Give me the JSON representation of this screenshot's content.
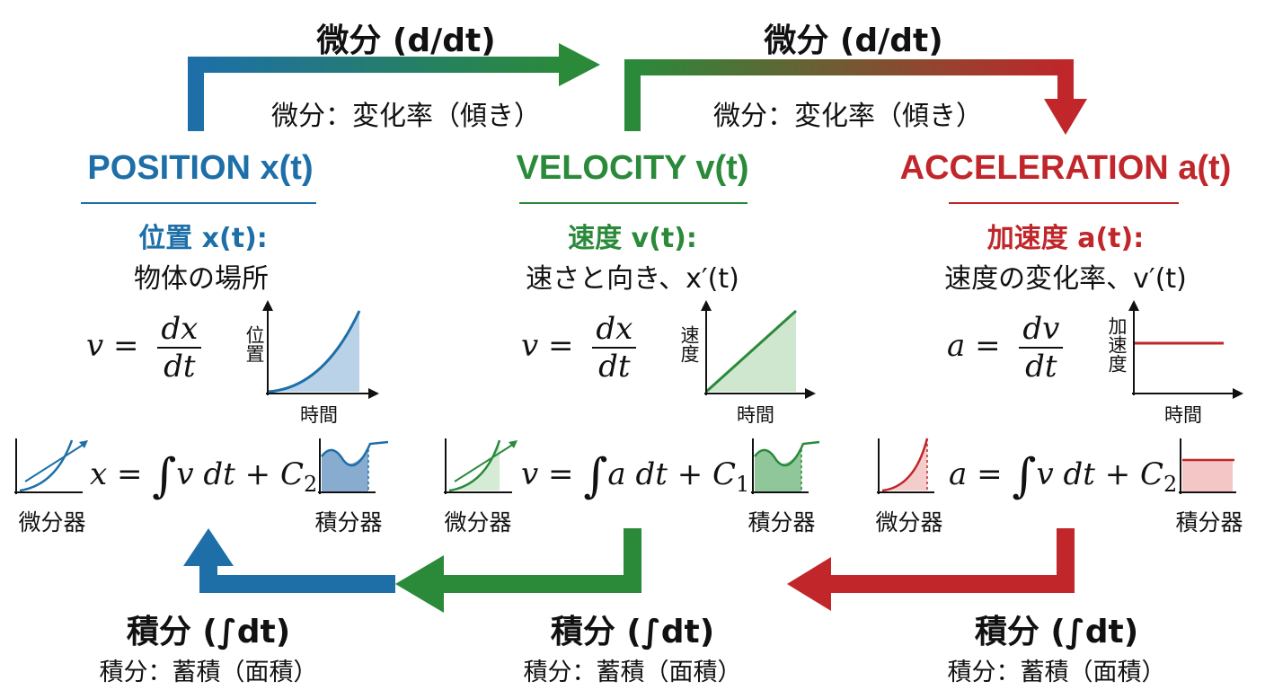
{
  "colors": {
    "position": "#1e6fa8",
    "velocity": "#2a8a3a",
    "acceleration": "#c0262a",
    "text": "#111111"
  },
  "top_arrows": [
    {
      "label": "微分 (d/dt)",
      "sub": "微分：変化率（傾き）"
    },
    {
      "label": "微分 (d/dt)",
      "sub": "微分：変化率（傾き）"
    }
  ],
  "bottom_arrows": [
    {
      "label": "積分 (∫dt)",
      "sub": "積分：蓄積（面積）"
    },
    {
      "label": "積分 (∫dt)",
      "sub": "積分：蓄積（面積）"
    },
    {
      "label": "積分 (∫dt)",
      "sub": "積分：蓄積（面積）"
    }
  ],
  "columns": [
    {
      "title": "POSITION x(t)",
      "subtitle": "位置 x(t):",
      "desc": "物体の場所",
      "deriv_lhs": "v =",
      "deriv_num": "dx",
      "deriv_den": "dt",
      "graph_ylabel": "位置",
      "graph_xlabel": "時間",
      "integral_lhs": "x =",
      "integral_rhs": "v dt + C",
      "integral_sub": "2",
      "differentiator_label": "微分器",
      "integrator_label": "積分器"
    },
    {
      "title": "VELOCITY v(t)",
      "subtitle": "速度 v(t):",
      "desc": "速さと向き、x′(t)",
      "deriv_lhs": "v =",
      "deriv_num": "dx",
      "deriv_den": "dt",
      "graph_ylabel": "速度",
      "graph_xlabel": "時間",
      "integral_lhs": "v =",
      "integral_rhs": "a dt + C",
      "integral_sub": "1",
      "differentiator_label": "微分器",
      "integrator_label": "積分器"
    },
    {
      "title": "ACCELERATION a(t)",
      "subtitle": "加速度 a(t):",
      "desc": "速度の変化率、v′(t)",
      "deriv_lhs": "a =",
      "deriv_num": "dv",
      "deriv_den": "dt",
      "graph_ylabel": "加速度",
      "graph_xlabel": "時間",
      "integral_lhs": "a =",
      "integral_rhs": "v dt + C",
      "integral_sub": "2",
      "differentiator_label": "微分器",
      "integrator_label": "積分器"
    }
  ]
}
